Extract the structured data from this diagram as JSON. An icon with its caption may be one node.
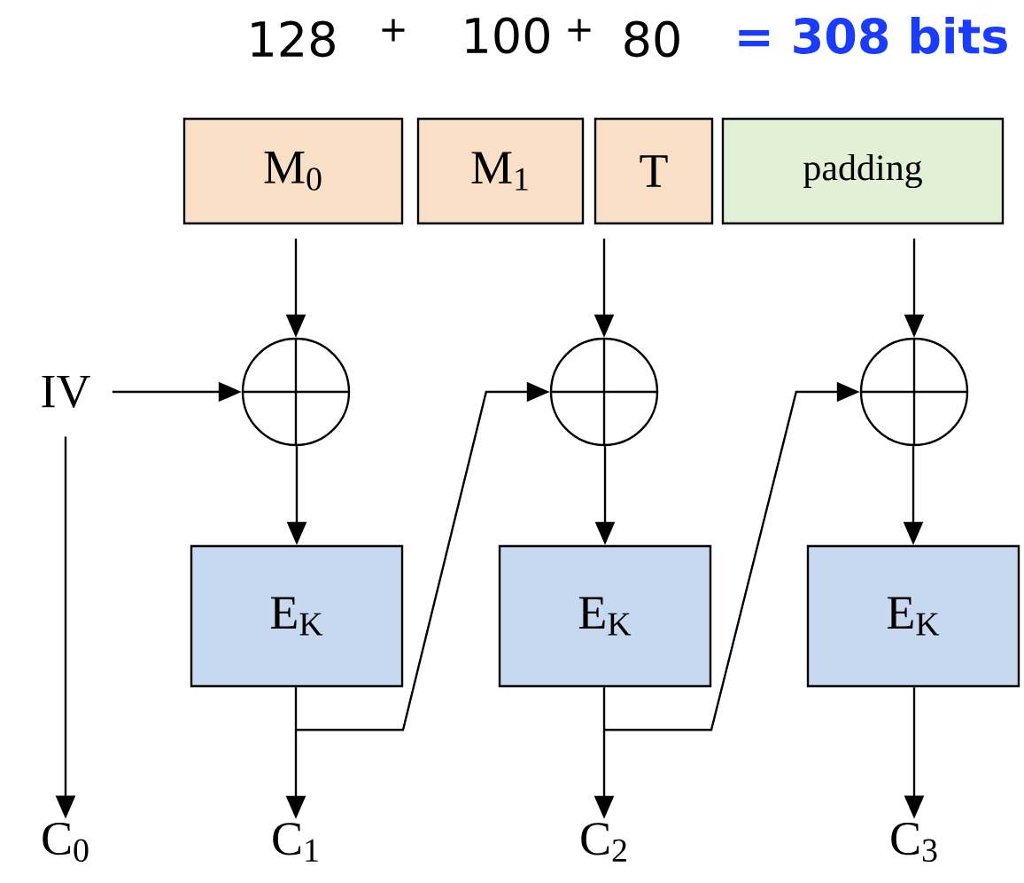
{
  "diagram": {
    "nodes": [
      {
        "text": [
          "M$_{0}$"
        ]
      },
      {
        "text": [
          "M$_{1}$"
        ]
      },
      {
        "text": [
          "T"
        ]
      },
      {
        "text": [
          "padding"
        ]
      },
      {
        "text": [],
        "shape": "circle"
      },
      {
        "text": [],
        "shape": "circle"
      },
      {
        "text": [],
        "shape": "circle"
      },
      {
        "text": [
          "IV"
        ]
      },
      {
        "text": [
          "E$_{K}$"
        ]
      },
      {
        "text": [
          "E$_{K}$"
        ]
      },
      {
        "text": [
          "E$_{K}$"
        ]
      },
      {
        "text": [
          "C$_{0}$"
        ]
      },
      {
        "text": [
          "C$_{1}$"
        ]
      },
      {
        "text": [
          "C$_{2}$"
        ]
      },
      {
        "text": [
          "C$_{3}$"
        ]
      }
    ],
    "edges": [
      {
        "from": 0,
        "to": 4,
        "arrow": "to"
      },
      {
        "from": 2,
        "to": 5,
        "arrow": "to"
      },
      {
        "from": 3,
        "to": 6,
        "arrow": "to"
      },
      {
        "from": 7,
        "to": 4,
        "arrow": "to"
      },
      {
        "from": 4,
        "to": 8,
        "arrow": "to"
      },
      {
        "from": 5,
        "to": 9,
        "arrow": "to"
      },
      {
        "from": 6,
        "to": 10,
        "arrow": "to"
      },
      {
        "from": 8,
        "to": 12,
        "arrow": "to"
      },
      {
        "from": 9,
        "to": 13,
        "arrow": "to"
      },
      {
        "from": 10,
        "to": 14,
        "arrow": "to"
      },
      {
        "from": 8,
        "to": 5,
        "arrow": "to"
      },
      {
        "from": 9,
        "to": 6,
        "arrow": "to"
      },
      {
        "from": 7,
        "to": 11,
        "arrow": "to"
      }
    ],
    "labels": [
      "128",
      "+",
      "100",
      "+",
      "80",
      "= 308 bits"
    ]
  }
}
